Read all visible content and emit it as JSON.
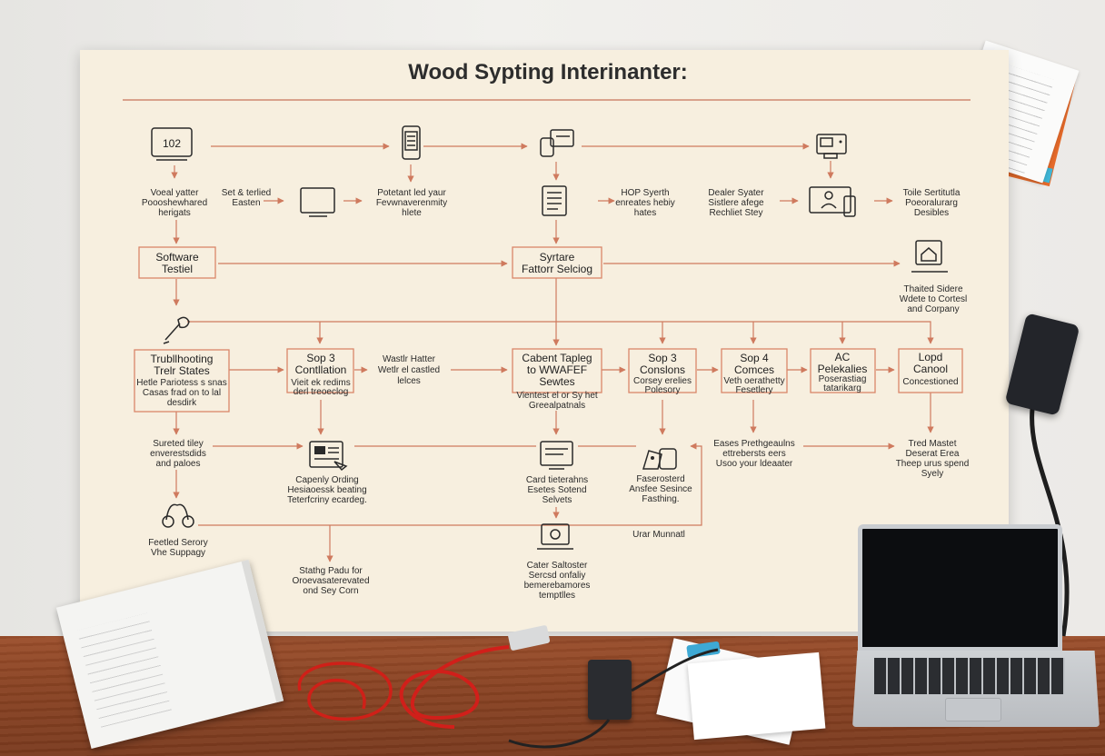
{
  "title": "Wood Sypting Interinanter:",
  "device_label": "102",
  "nodes": {
    "vocal": [
      "Voeal yatter",
      "Poooshewhared",
      "herigats"
    ],
    "set": [
      "Set & terlied",
      "Easten"
    ],
    "potent": [
      "Potetant led yaur",
      "Fevwnaverenmity",
      "hlete"
    ],
    "hop": [
      "HOP Syerth",
      "enreates hebiy",
      "hates"
    ],
    "dealer": [
      "Dealer Syater",
      "Sistlere afege",
      "Rechliet Stey"
    ],
    "toile": [
      "Toile Sertitutla",
      "Poeoralurarg",
      "Desibles"
    ],
    "software": [
      "Software",
      "Testiel"
    ],
    "syrtare": [
      "Syrtare",
      "Fattorr Selciog"
    ],
    "thaited": [
      "Thaited Sidere",
      "Wdete to Cortesl",
      "and Corpany"
    ],
    "trub": [
      "Trubllhooting",
      "Trelr States"
    ],
    "trub_note": [
      "Hetle Pariotess s snas",
      "Casas frad on to lal",
      "desdirk"
    ],
    "sop3a": [
      "Sop 3",
      "Contllation"
    ],
    "sop3a_note": [
      "Vieit ek redims",
      "derl treoeclog"
    ],
    "wastlr": [
      "Wastlr Hatter",
      "Wetlr el castled",
      "lelces"
    ],
    "cabent": [
      "Cabent Tapleg",
      "to WWAFEF",
      "Sewtes"
    ],
    "cabent_note": [
      "Vientest el or Sy het",
      "Greealpatnals"
    ],
    "sop3b": [
      "Sop 3",
      "Conslons"
    ],
    "sop3b_note": [
      "Corsey erelies",
      "Polesory"
    ],
    "sop4": [
      "Sop 4",
      "Comces"
    ],
    "sop4_note": [
      "Veth oerathetty",
      "Fesetlery"
    ],
    "ac": [
      "AC",
      "Pelekalies"
    ],
    "ac_note": [
      "Poserastiag",
      "tatarikarg"
    ],
    "lopd": [
      "Lopd",
      "Canool"
    ],
    "lopd_note": [
      "Concestioned"
    ],
    "sureted": [
      "Sureted tiley",
      "enverestsdids",
      "and paloes"
    ],
    "capenly": [
      "Capenly Ording",
      "Hesiaoessk beating",
      "Teterfcriny ecardeg."
    ],
    "card": [
      "Card tieterahns",
      "Esetes Sotend",
      "Selvets"
    ],
    "fasero": [
      "Faserosterd",
      "Ansfee Sesince",
      "Fasthing."
    ],
    "eases": [
      "Eases Prethgeaulns",
      "ettrebersts eers",
      "Usoo your ldeaater"
    ],
    "tred": [
      "Tred Mastet",
      "Deserat Erea",
      "Theep urus spend",
      "Syely"
    ],
    "fected": [
      "Feetled Serory",
      "Vhe Suppagy"
    ],
    "stathg": [
      "Stathg Padu for",
      "Oroevasaterevated",
      "ond Sey Corn"
    ],
    "cater": [
      "Cater Saltoster",
      "Sercsd onfaliy",
      "bemerebamores",
      "temptlles"
    ],
    "urar": [
      "Urar Munnatl"
    ]
  },
  "icons": [
    "monitor-icon",
    "phone-icon",
    "card-reader-icon",
    "printer-icon",
    "display-icon",
    "document-icon",
    "workstation-icon",
    "house-icon",
    "pen-icon",
    "newspaper-icon",
    "tablet-icon",
    "toolbox-icon",
    "headphones-icon",
    "laptop-icon"
  ],
  "colors": {
    "edge": "#cf7a5e",
    "box": "#d9866a",
    "paper": "#f7efdf",
    "ink": "#2a2a2a"
  }
}
